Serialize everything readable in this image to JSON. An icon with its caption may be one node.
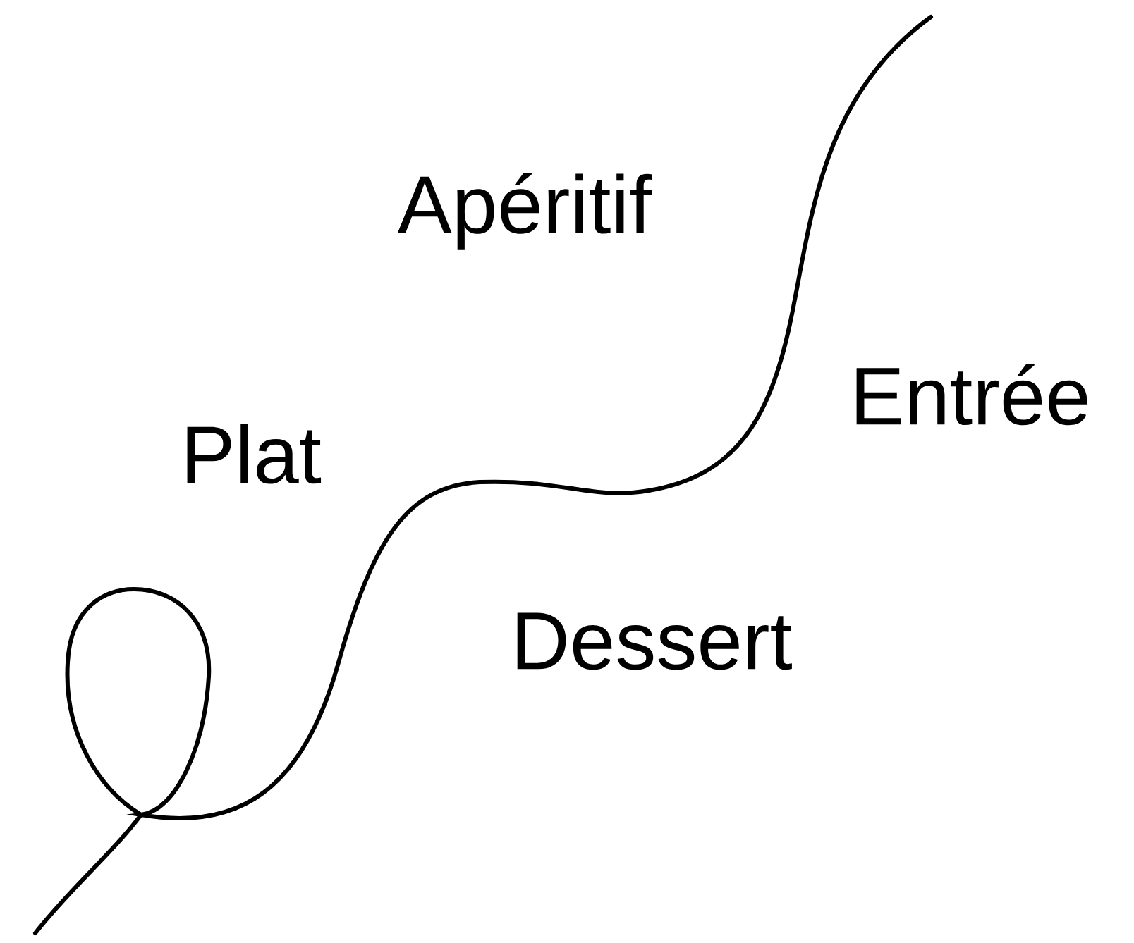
{
  "diagram": {
    "labels": [
      "Apéritif",
      "Entrée",
      "Plat",
      "Dessert"
    ]
  }
}
